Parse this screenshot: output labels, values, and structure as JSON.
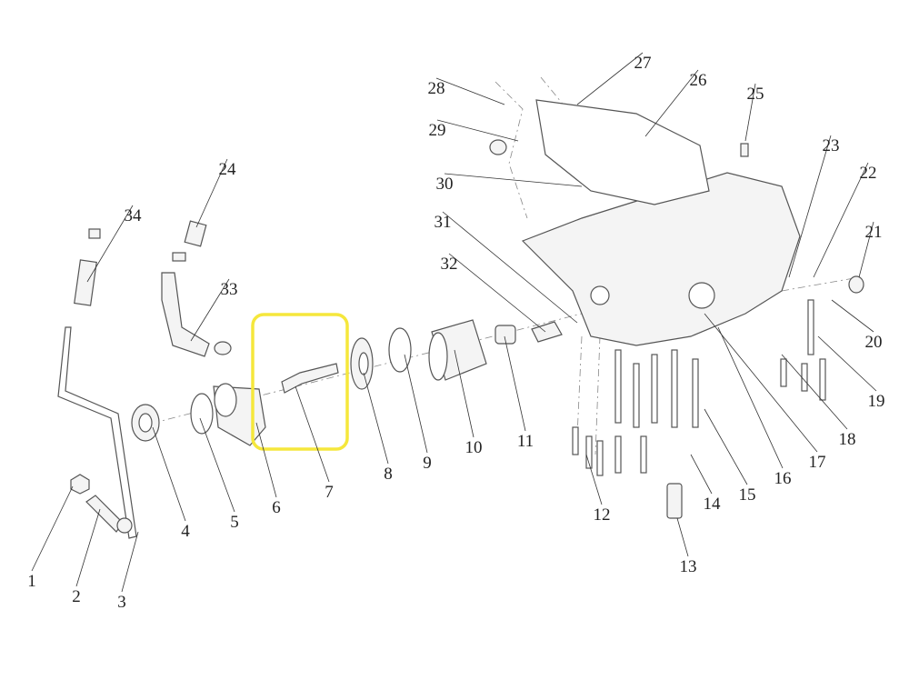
{
  "diagram": {
    "callouts": [
      "1",
      "2",
      "3",
      "4",
      "5",
      "6",
      "7",
      "8",
      "9",
      "10",
      "11",
      "12",
      "13",
      "14",
      "15",
      "16",
      "17",
      "18",
      "19",
      "20",
      "21",
      "22",
      "23",
      "24",
      "25",
      "26",
      "27",
      "28",
      "29",
      "30",
      "31",
      "32",
      "33",
      "34"
    ],
    "highlight": {
      "target_callout": "7",
      "color": "#f5e73c"
    }
  }
}
